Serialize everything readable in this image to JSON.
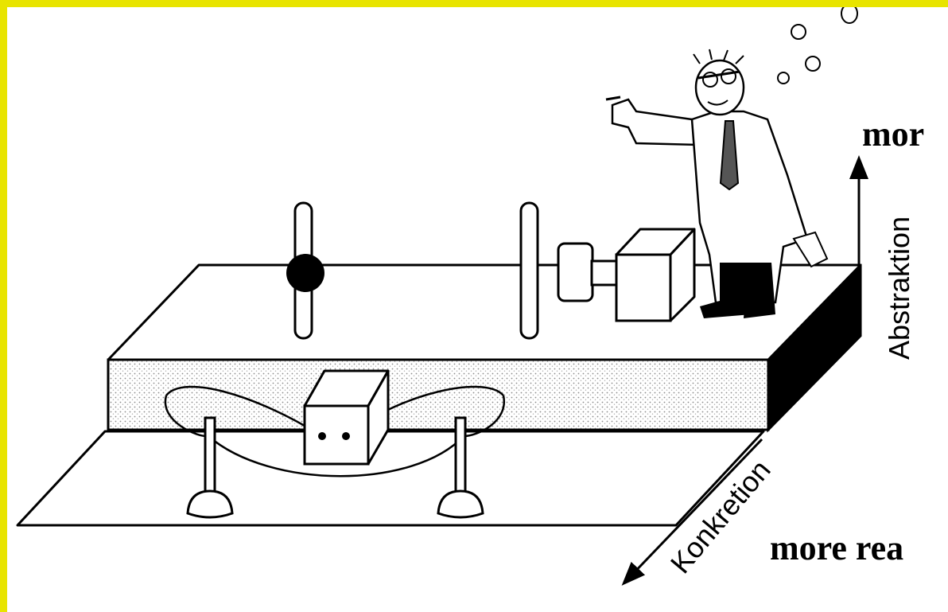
{
  "labels": {
    "top_right": "mor",
    "bottom_right": "more rea",
    "vertical_axis": "Abstraktion",
    "diagonal_axis": "Konkretion"
  },
  "colors": {
    "border": "#e8e400",
    "ink": "#000000",
    "paper": "#ffffff",
    "stipple": "#9a9a9a"
  },
  "icons": [
    "scientist-figure",
    "thought-bubbles-icon",
    "abstraktion-arrow-icon",
    "konkretion-arrow-icon",
    "ball-on-rod-icon",
    "motor-box-icon",
    "pulley-icon",
    "stand-icon"
  ]
}
